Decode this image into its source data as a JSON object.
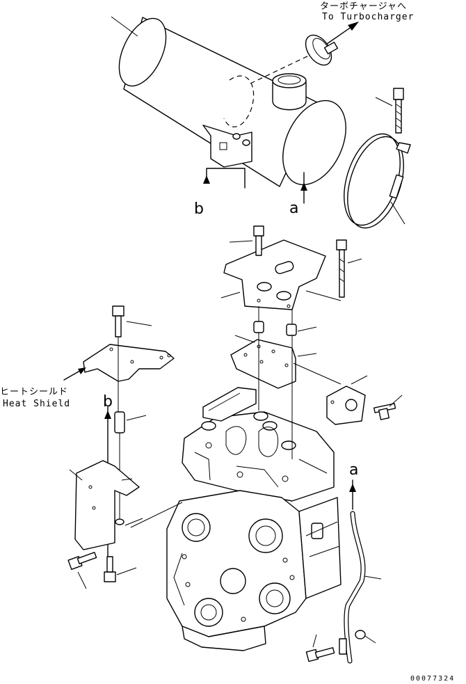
{
  "labels": {
    "turbo_jp": "ターボチャージャへ",
    "turbo_en": "To Turbocharger",
    "shield_jp": "ヒートシールド",
    "shield_en": "Heat Shield",
    "mark_a": "a",
    "mark_b": "b",
    "drawing_no": "00077324"
  }
}
